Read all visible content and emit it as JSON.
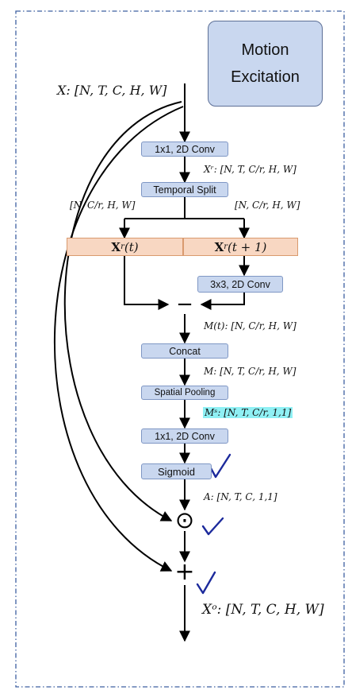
{
  "title": {
    "line1": "Motion",
    "line2": "Excitation"
  },
  "input_label": "X: [N, T, C, H, W]",
  "blocks": {
    "conv1": "1x1, 2D Conv",
    "split": "Temporal Split",
    "xr_t": "(t)",
    "xr_t1": "(t + 1)",
    "xr_sym": "X",
    "xr_sup": "r",
    "conv3": "3x3, 2D Conv",
    "concat": "Concat",
    "pool": "Spatial Pooling",
    "conv1b": "1x1, 2D Conv",
    "sigmoid": "Sigmoid"
  },
  "shapes": {
    "xr": "Xʳ: [N, T, C/r, H, W]",
    "split_left": "[N, C/r, H, W]",
    "split_right": "[N, C/r, H, W]",
    "mt": "M(t): [N, C/r, H, W]",
    "m": "M: [N, T, C/r, H, W]",
    "ms": "Mˢ: [N, T, C/r, 1,1]",
    "a": "A: [N, T, C, 1,1]",
    "out": "Xᵒ: [N, T, C, H, W]"
  },
  "ops": {
    "minus": "−",
    "odot": "⊙",
    "plus": "+"
  },
  "annotations": {
    "check": "✓"
  },
  "colors": {
    "block_fill": "#c9d7ef",
    "orange_fill": "#f8d7c2",
    "highlight": "#8ff0f4",
    "border_dash": "#3d5fa0",
    "check": "#1c2a9c"
  }
}
